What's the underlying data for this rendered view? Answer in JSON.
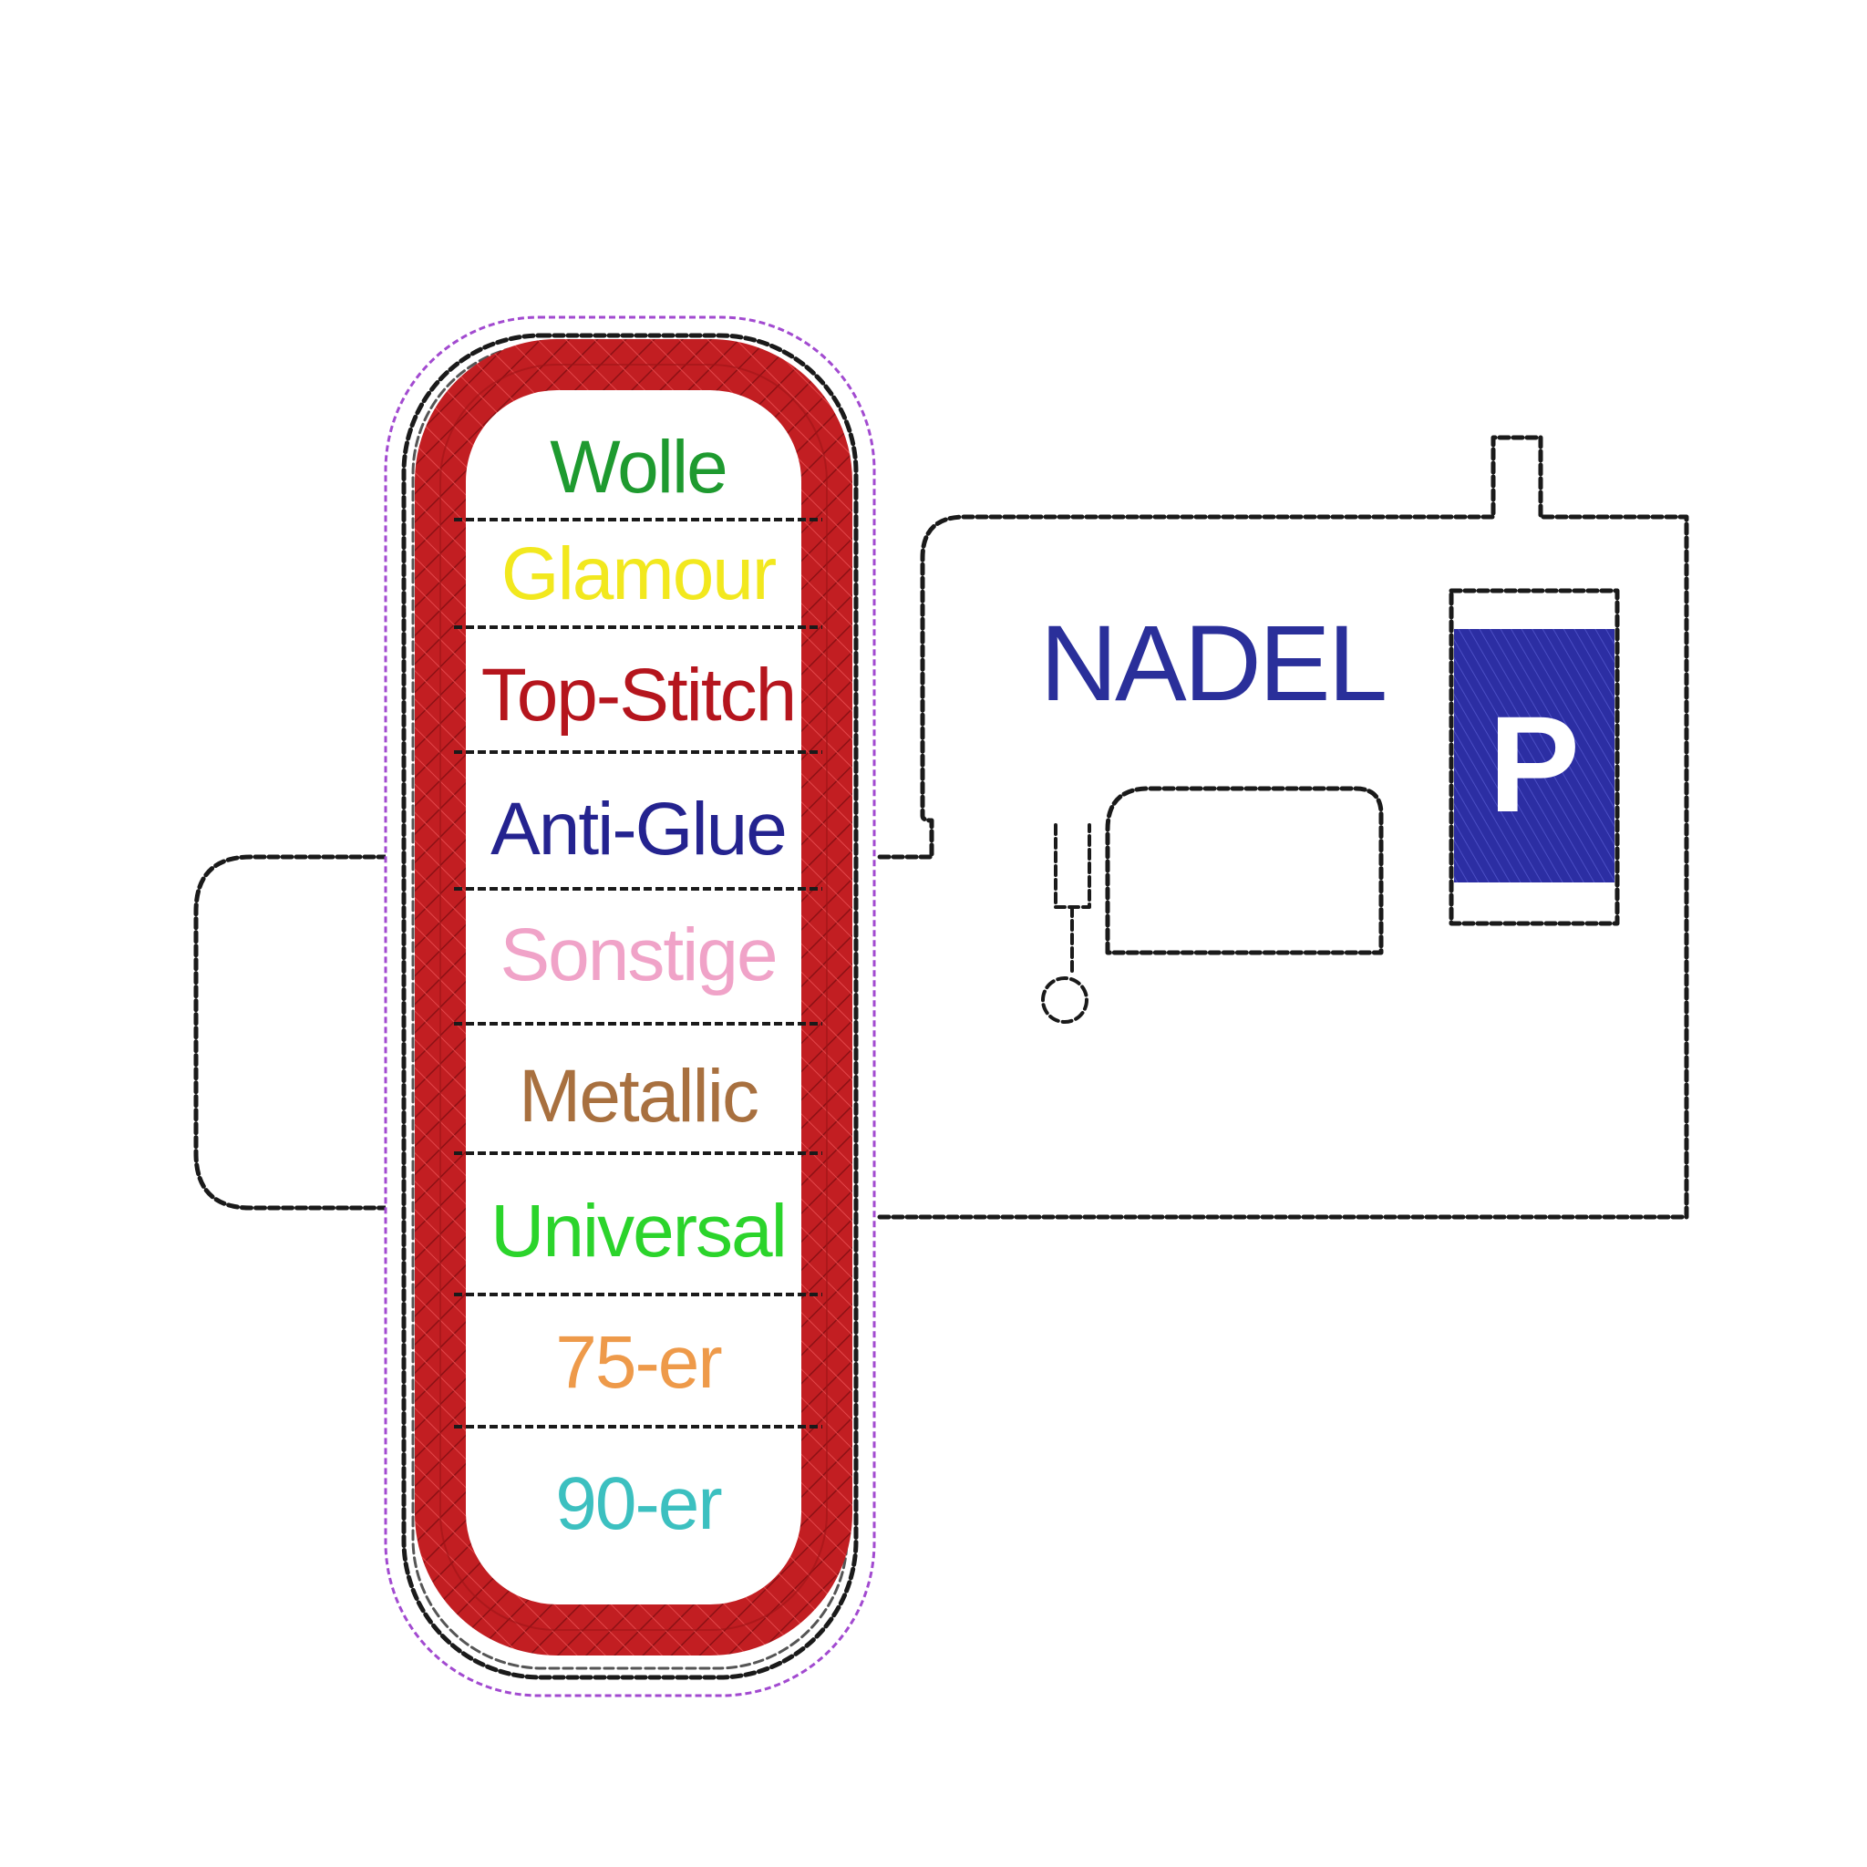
{
  "brand": {
    "title": "NADEL",
    "badge_letter": "P",
    "title_color": "#2a2f9a",
    "badge_color": "#2c2ea3"
  },
  "needle_list": {
    "frame_color": "#c21e22",
    "items": [
      {
        "label": "Wolle",
        "color": "#1e9a2f"
      },
      {
        "label": "Glamour",
        "color": "#f2e81e"
      },
      {
        "label": "Top-Stitch",
        "color": "#b5151d"
      },
      {
        "label": "Anti-Glue",
        "color": "#24238f"
      },
      {
        "label": "Sonstige",
        "color": "#f0a3c8"
      },
      {
        "label": "Metallic",
        "color": "#a8703f"
      },
      {
        "label": "Universal",
        "color": "#2bd42b"
      },
      {
        "label": "75-er",
        "color": "#ee9a4a"
      },
      {
        "label": "90-er",
        "color": "#3cc0c0"
      }
    ]
  },
  "colors": {
    "outline_stitch": "#1a1a1a",
    "cut_line": "#a24ad0"
  }
}
